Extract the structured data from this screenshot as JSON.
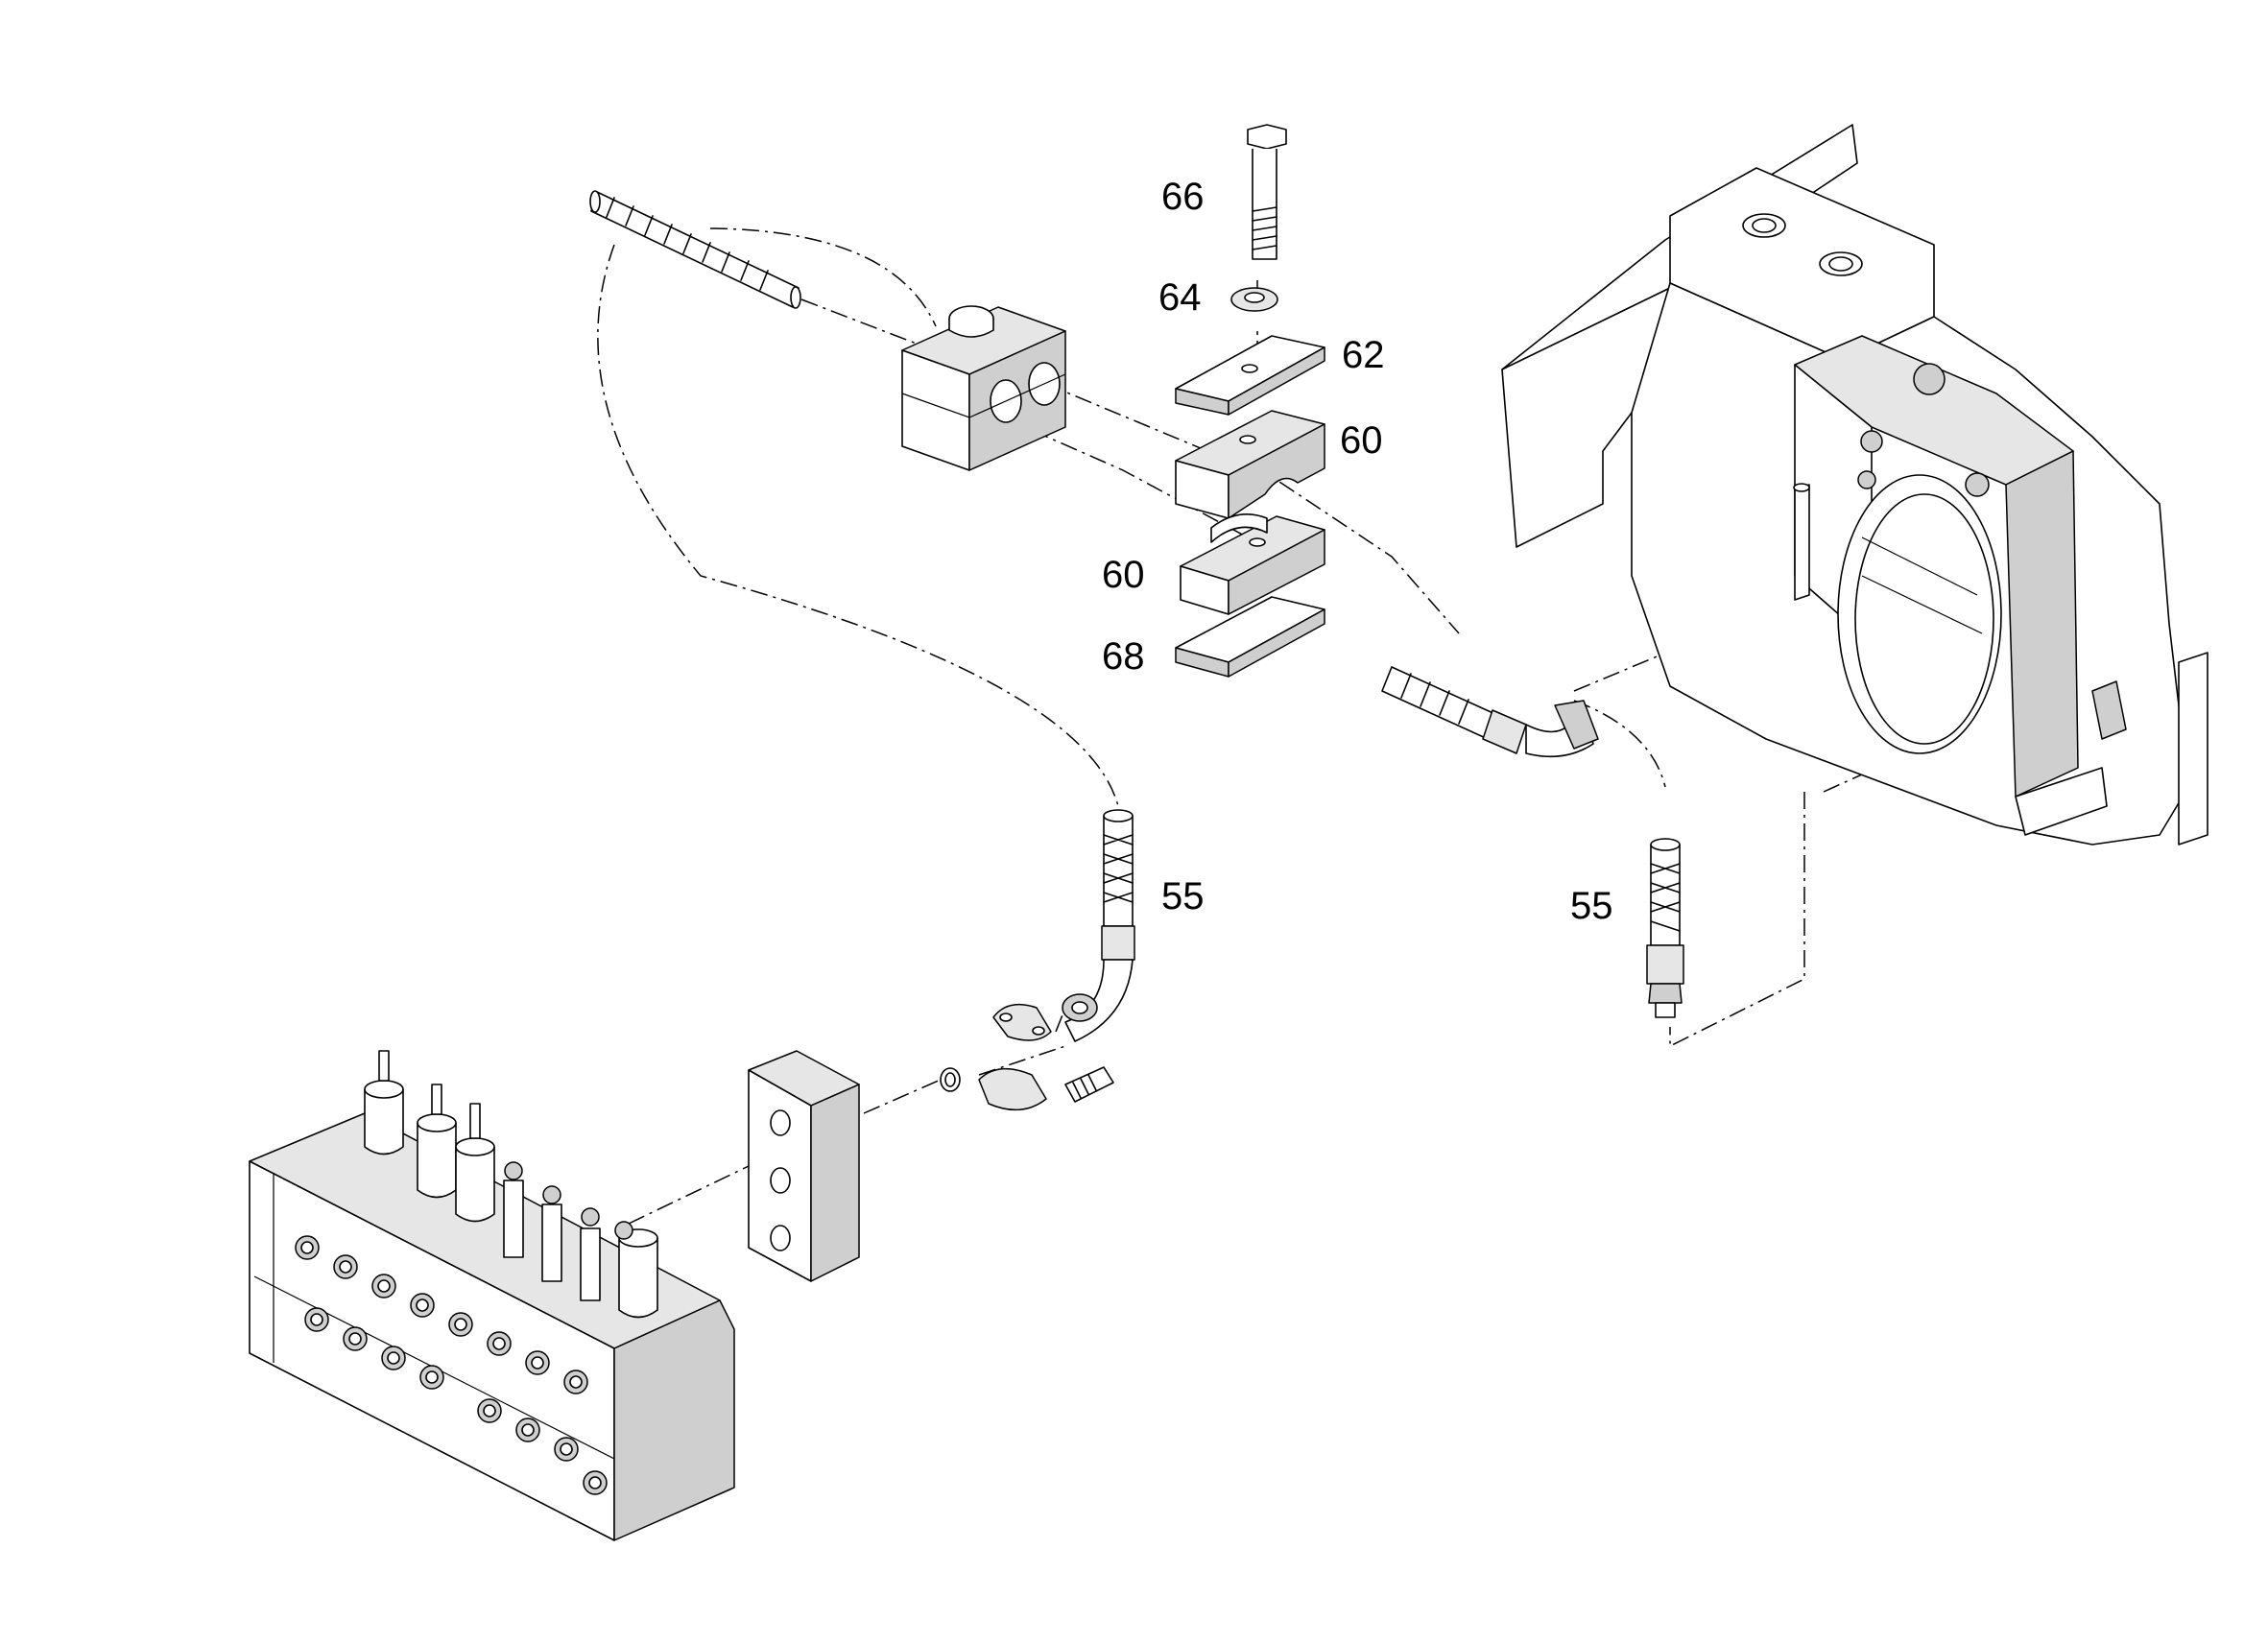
{
  "diagram": {
    "callouts": [
      {
        "id": "c66",
        "label": "66"
      },
      {
        "id": "c64",
        "label": "64"
      },
      {
        "id": "c62",
        "label": "62"
      },
      {
        "id": "c60a",
        "label": "60"
      },
      {
        "id": "c60b",
        "label": "60"
      },
      {
        "id": "c68",
        "label": "68"
      },
      {
        "id": "c55a",
        "label": "55"
      },
      {
        "id": "c55b",
        "label": "55"
      }
    ]
  }
}
